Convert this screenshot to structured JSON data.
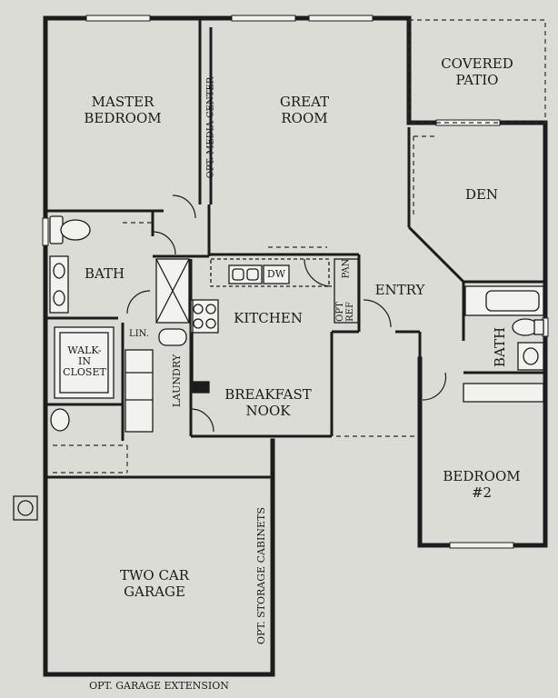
{
  "rooms": {
    "master_bedroom": [
      "MASTER",
      "BEDROOM"
    ],
    "great_room": [
      "GREAT",
      "ROOM"
    ],
    "covered_patio": [
      "COVERED",
      "PATIO"
    ],
    "den": "DEN",
    "bath_left": "BATH",
    "kitchen": "KITCHEN",
    "entry": "ENTRY",
    "breakfast_nook": [
      "BREAKFAST",
      "NOOK"
    ],
    "walk_in_closet": [
      "WALK-",
      "IN",
      "CLOSET"
    ],
    "lin": "LIN.",
    "laundry": "LAUNDRY",
    "bath_right": "BATH",
    "bedroom2": [
      "BEDROOM",
      "#2"
    ],
    "two_car_garage": [
      "TWO CAR",
      "GARAGE"
    ]
  },
  "fixtures": {
    "dw": "DW",
    "pan": "PAN",
    "opt_ref": [
      "OPT",
      "REF"
    ]
  },
  "options": {
    "media_center": "OPT. MEDIA CENTER",
    "storage_cabinets": "OPT. STORAGE CABINETS",
    "garage_extension": "OPT. GARAGE EXTENSION"
  }
}
